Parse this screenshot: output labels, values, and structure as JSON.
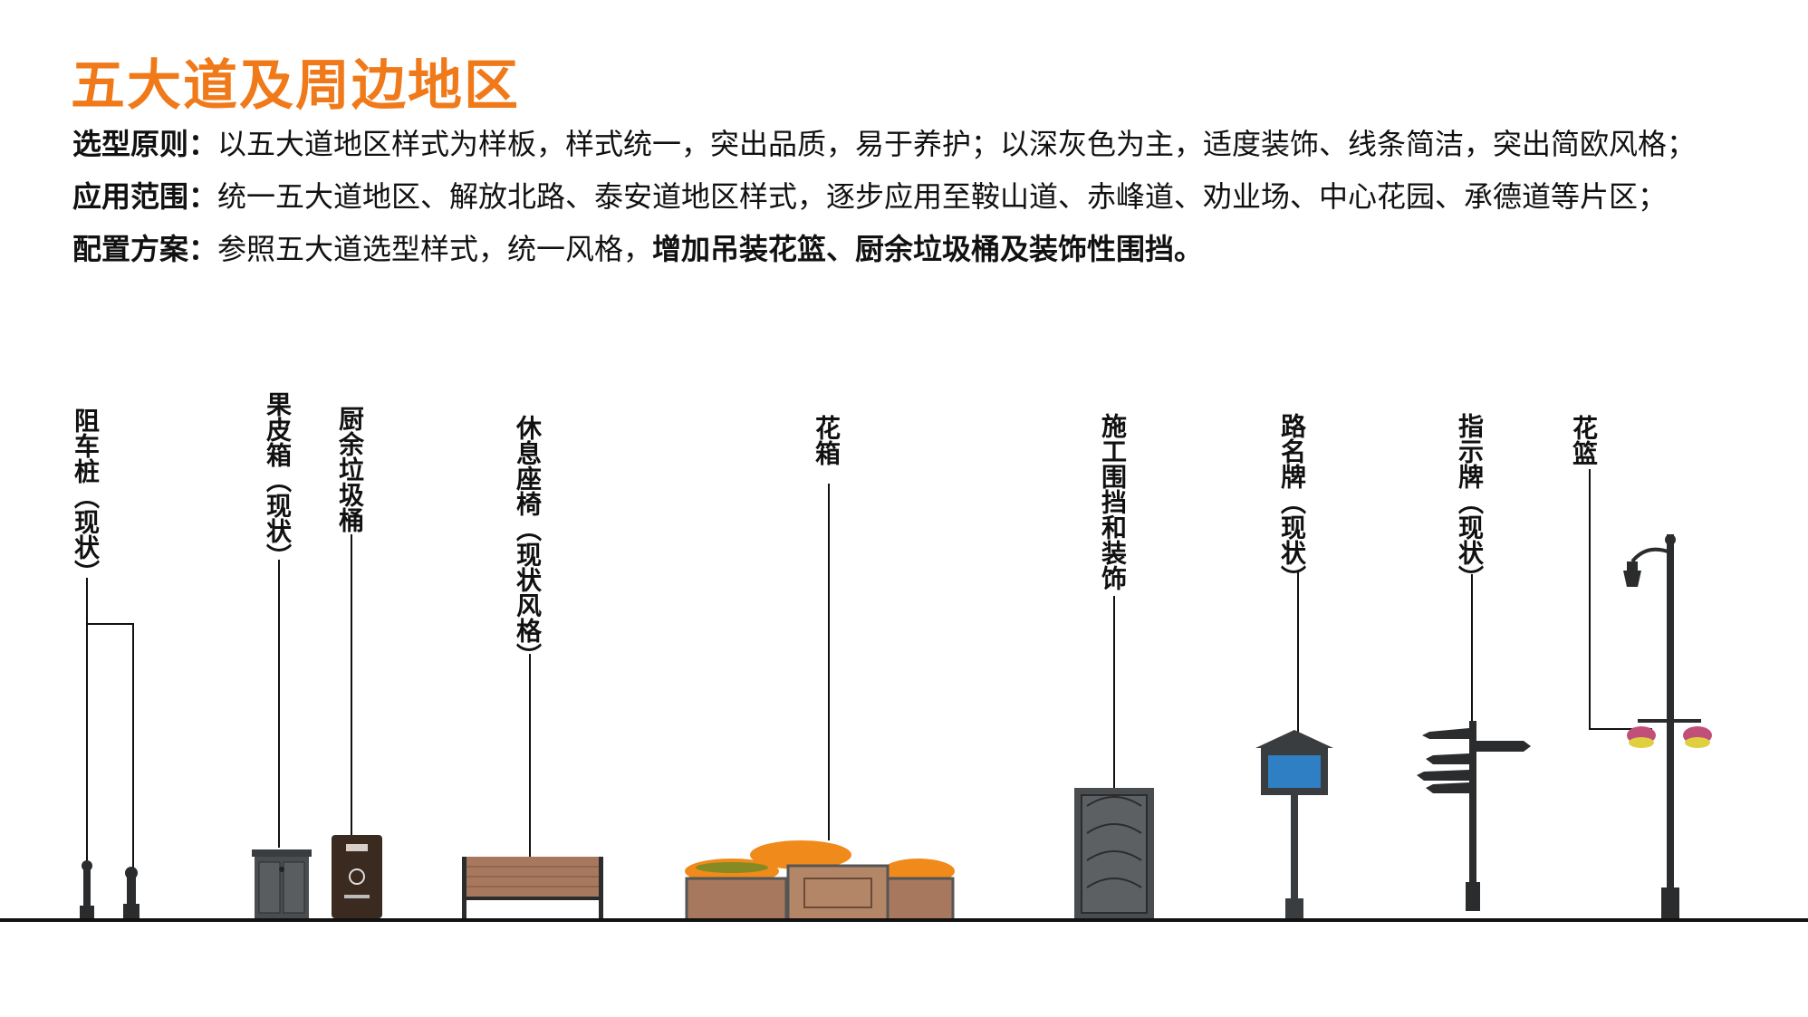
{
  "title": "五大道及周边地区",
  "principle": {
    "label": "选型原则：",
    "text": "以五大道地区样式为样板，样式统一，突出品质，易于养护；以深灰色为主，适度装饰、线条简洁，突出简欧风格；"
  },
  "scope": {
    "label": "应用范围：",
    "text": "统一五大道地区、解放北路、泰安道地区样式，逐步应用至鞍山道、赤峰道、劝业场、中心花园、承德道等片区；"
  },
  "plan": {
    "label": "配置方案：",
    "text": "参照五大道选型样式，统一风格，",
    "emphasis": "增加吊装花篮、厨余垃圾桶及装饰性围挡。"
  },
  "items": [
    {
      "label": "阻车桩（现状）"
    },
    {
      "label": "果皮箱（现状）"
    },
    {
      "label": "厨余垃圾桶"
    },
    {
      "label": "休息座椅（现状风格）"
    },
    {
      "label": "花箱"
    },
    {
      "label": "施工围挡和装饰"
    },
    {
      "label": "路名牌（现状）"
    },
    {
      "label": "指示牌（现状）"
    },
    {
      "label": "花篮"
    }
  ],
  "colors": {
    "title": "#f07a1a",
    "furniture": "#3a3d40",
    "wood": "#a8785e",
    "flower": "#f08a1a",
    "sign_blue": "#2f7fc4"
  },
  "icons": [
    "bollard-icon",
    "litter-bin-icon",
    "kitchen-waste-bin-icon",
    "bench-icon",
    "planter-icon",
    "hoarding-icon",
    "street-sign-icon",
    "direction-sign-icon",
    "lamp-post-icon"
  ]
}
